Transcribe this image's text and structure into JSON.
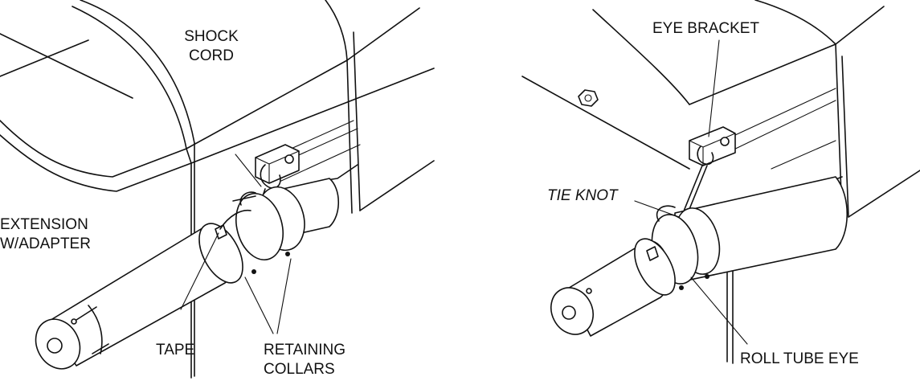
{
  "left_figure": {
    "labels": {
      "shock_cord": [
        "SHOCK",
        "CORD"
      ],
      "extension": [
        "EXTENSION",
        "W/ADAPTER"
      ],
      "tape": "TAPE",
      "retaining_collars": [
        "RETAINING",
        "COLLARS"
      ]
    }
  },
  "right_figure": {
    "labels": {
      "eye_bracket": "EYE BRACKET",
      "tie_knot": "TIE KNOT",
      "roll_tube_eye": "ROLL TUBE EYE"
    }
  },
  "colors": {
    "ink": "#111111",
    "background": "#ffffff"
  }
}
